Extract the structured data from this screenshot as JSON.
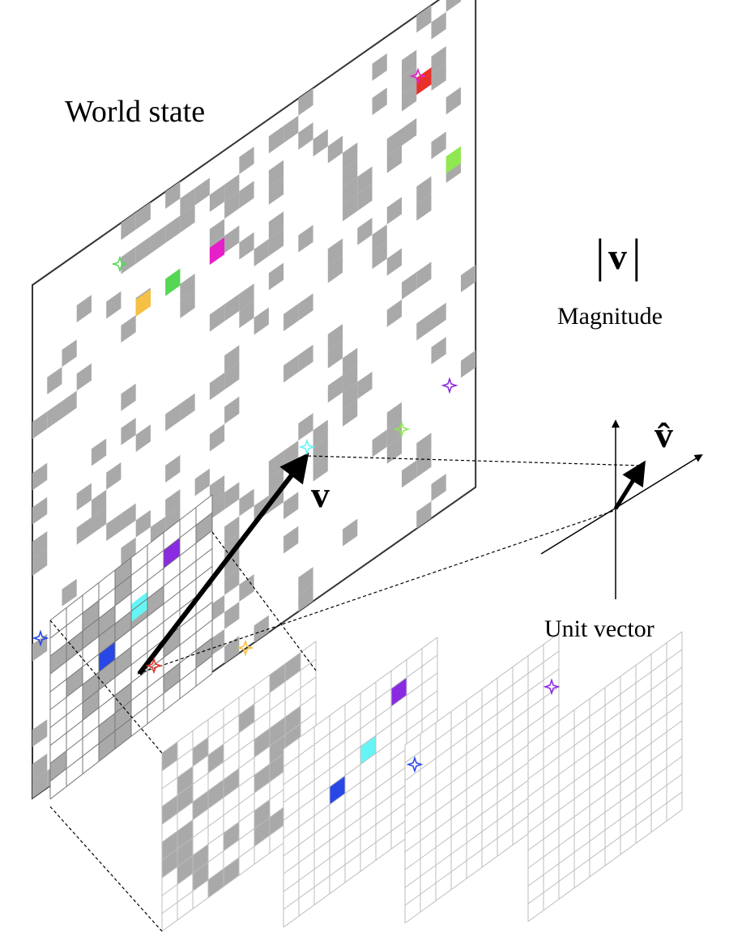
{
  "labels": {
    "world_state": "World state",
    "magnitude_symbol_bar_left": "|",
    "magnitude_symbol_v": "v",
    "magnitude_symbol_bar_right": "|",
    "magnitude": "Magnitude",
    "vector_symbol": "v",
    "unit_vector_symbol": "v̂",
    "unit_vector": "Unit vector"
  },
  "colors": {
    "obstacle": "#a9a9a9",
    "grid_line": "#bdbdbd",
    "arrow": "#000000",
    "cyan": "#66f5f5",
    "blue": "#2747e6",
    "purple": "#8a2be2",
    "red": "#e8312a",
    "pink": "#e620c8",
    "yellow": "#f5c043",
    "green": "#55d655",
    "lime": "#8fe852"
  },
  "icons": [
    "star-icon-magenta",
    "star-icon-green",
    "star-icon-purple",
    "star-icon-lime",
    "star-icon-cyan",
    "star-icon-blue",
    "star-icon-yellow",
    "star-icon-red"
  ]
}
